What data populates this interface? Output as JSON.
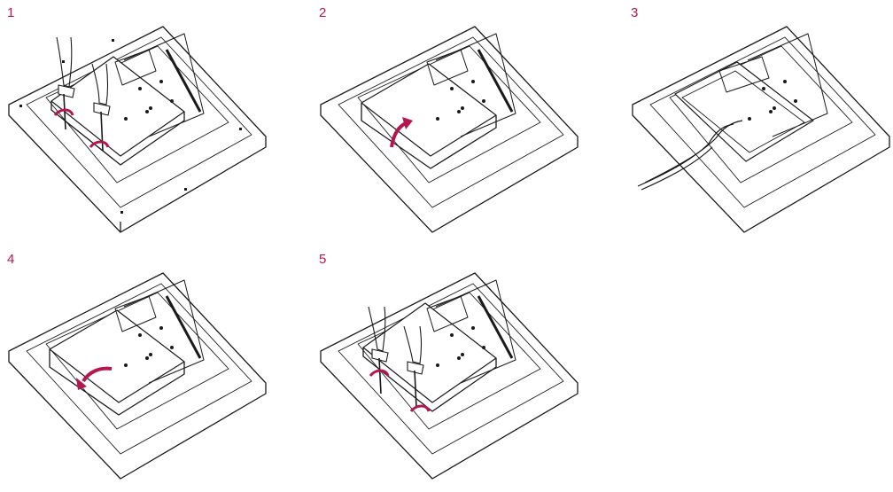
{
  "steps": [
    {
      "number": "1",
      "action": "unscrew"
    },
    {
      "number": "2",
      "action": "lift-cover"
    },
    {
      "number": "3",
      "action": "connect-cables"
    },
    {
      "number": "4",
      "action": "close-cover"
    },
    {
      "number": "5",
      "action": "screw"
    }
  ],
  "colors": {
    "step_number": "#b5174b",
    "arrow": "#b5174b",
    "line": "#1a1a1a",
    "background": "#ffffff"
  },
  "icons": {
    "hand": "hand-with-screwdriver-icon",
    "curved_arrow": "curved-arrow-icon",
    "rotate_arrow": "rotation-arrow-icon"
  }
}
